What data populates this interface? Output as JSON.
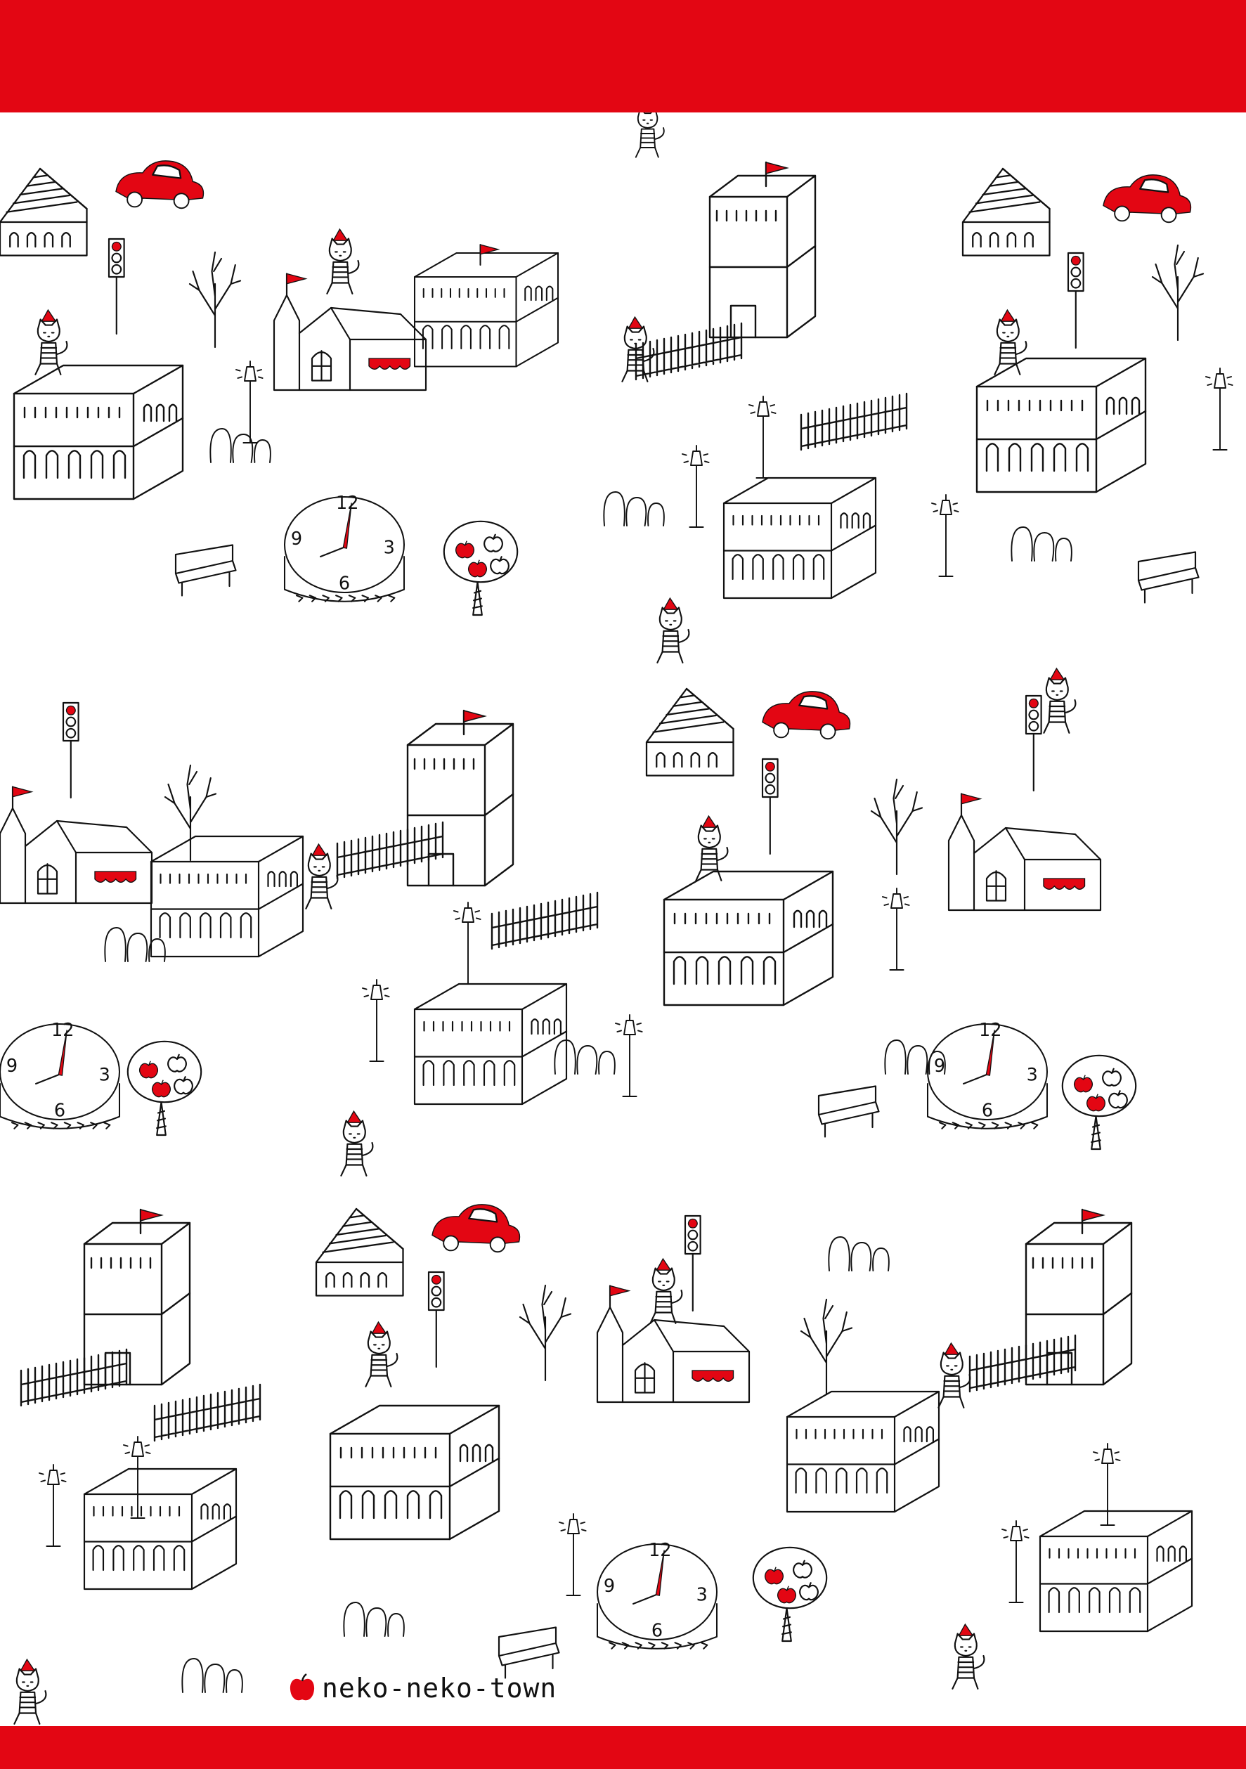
{
  "brand": {
    "text": "neko-neko-town",
    "icon": "apple-icon"
  },
  "clock_numerals": [
    "12",
    "3",
    "6",
    "9"
  ],
  "colors": {
    "band": "#e30613",
    "accent": "#e30613",
    "ink": "#111111",
    "paper": "#ffffff"
  },
  "icons": [
    "building-icon",
    "tower-icon",
    "clock-icon",
    "car-icon",
    "cat-icon",
    "tree-icon",
    "apple-tree-icon",
    "street-lamp-icon",
    "traffic-light-icon",
    "flag-icon",
    "fence-icon",
    "bench-icon",
    "bush-icon"
  ]
}
